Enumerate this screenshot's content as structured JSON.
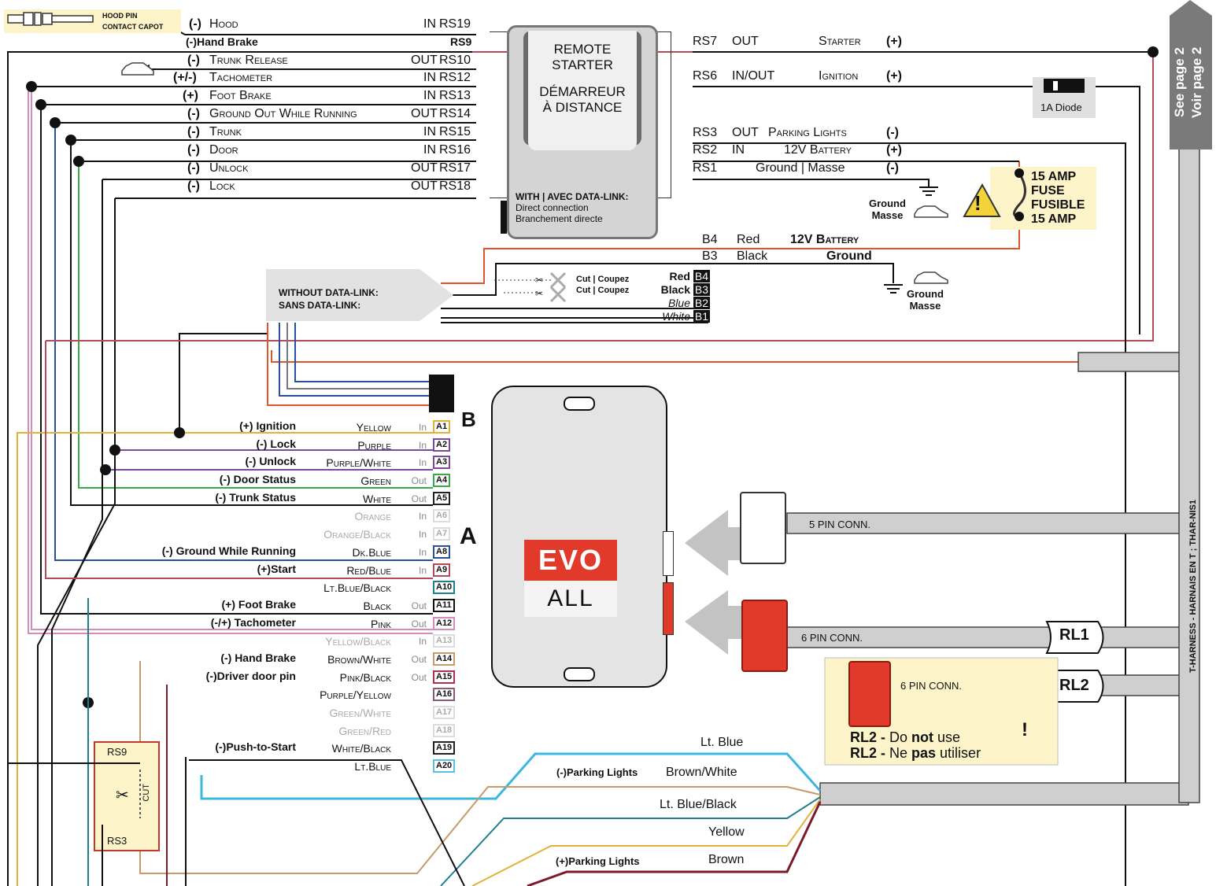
{
  "hood_pin": {
    "line1": "HOOD PIN",
    "line2": "CONTACT CAPOT"
  },
  "rs_left": [
    {
      "pol": "(-)",
      "name": "Hood",
      "dir": "IN",
      "rs": "RS19"
    },
    {
      "pol": "",
      "name": "(-)Hand Brake",
      "dir": "",
      "rs": "RS9"
    },
    {
      "pol": "(-)",
      "name": "Trunk Release",
      "dir": "OUT",
      "rs": "RS10"
    },
    {
      "pol": "(+/-)",
      "name": "Tachometer",
      "dir": "IN",
      "rs": "RS12"
    },
    {
      "pol": "(+)",
      "name": "Foot Brake",
      "dir": "IN",
      "rs": "RS13"
    },
    {
      "pol": "(-)",
      "name": "Ground Out While Running",
      "dir": "OUT",
      "rs": "RS14"
    },
    {
      "pol": "(-)",
      "name": "Trunk",
      "dir": "IN",
      "rs": "RS15"
    },
    {
      "pol": "(-)",
      "name": "Door",
      "dir": "IN",
      "rs": "RS16"
    },
    {
      "pol": "(-)",
      "name": "Unlock",
      "dir": "OUT",
      "rs": "RS17"
    },
    {
      "pol": "(-)",
      "name": "Lock",
      "dir": "OUT",
      "rs": "RS18"
    }
  ],
  "remote": {
    "line1": "REMOTE",
    "line2": "STARTER",
    "line3": "DÉMARREUR",
    "line4": "À DISTANCE",
    "dl_title": "WITH | AVEC DATA-LINK:",
    "dl_line1": "Direct connection",
    "dl_line2": "Branchement directe"
  },
  "rs_right": [
    {
      "rs": "RS7",
      "dir": "OUT",
      "name": "Starter",
      "pol": "(+)"
    },
    {
      "rs": "RS6",
      "dir": "IN/OUT",
      "name": "Ignition",
      "pol": "(+)"
    },
    {
      "rs": "RS3",
      "dir": "OUT",
      "name": "Parking Lights",
      "pol": "(-)"
    },
    {
      "rs": "RS2",
      "dir": "IN",
      "name": "12V Battery",
      "pol": "(+)"
    },
    {
      "rs": "RS1",
      "dir": "",
      "name": "Ground | Masse",
      "pol": "(-)"
    }
  ],
  "diode": "1A Diode",
  "ground1": {
    "l1": "Ground",
    "l2": "Masse"
  },
  "ground2": {
    "l1": "Ground",
    "l2": "Masse"
  },
  "fuse": {
    "l1": "15 AMP",
    "l2": "FUSE",
    "l3": "FUSIBLE",
    "l4": "15 AMP"
  },
  "b4": {
    "tag": "B4",
    "color": "Red",
    "func": "12V Battery"
  },
  "b3": {
    "tag": "B3",
    "color": "Black",
    "func": "Ground"
  },
  "without_dl": {
    "l1": "WITHOUT DATA-LINK:",
    "l2": "SANS DATA-LINK:"
  },
  "cut": [
    "Cut | Coupez",
    "Cut | Coupez"
  ],
  "b_tags": [
    {
      "color": "Red",
      "tag": "B4"
    },
    {
      "color": "Black",
      "tag": "B3"
    },
    {
      "color": "Blue",
      "tag": "B2"
    },
    {
      "color": "White",
      "tag": "B1"
    }
  ],
  "see_page": {
    "l1": "See page 2",
    "l2": "Voir page 2"
  },
  "harness_label": "T-HARNESS - HARNAIS EN T ; THAR-NIS1",
  "conn_b": "B",
  "conn_a": "A",
  "module": {
    "brand": "EVO",
    "sub": "ALL"
  },
  "pins": [
    {
      "label": "(+) Ignition",
      "color": "Yellow",
      "io": "In",
      "pin": "A1",
      "hex": "#e2b33a",
      "dim": false
    },
    {
      "label": "(-) Lock",
      "color": "Purple",
      "io": "In",
      "pin": "A2",
      "hex": "#7b4a9e",
      "dim": false
    },
    {
      "label": "(-) Unlock",
      "color": "Purple/White",
      "io": "In",
      "pin": "A3",
      "hex": "#7b4a9e",
      "dim": false
    },
    {
      "label": "(-) Door Status",
      "color": "Green",
      "io": "Out",
      "pin": "A4",
      "hex": "#3aa94a",
      "dim": false
    },
    {
      "label": "(-) Trunk Status",
      "color": "White",
      "io": "Out",
      "pin": "A5",
      "hex": "#222222",
      "dim": false
    },
    {
      "label": "",
      "color": "Orange",
      "io": "In",
      "pin": "A6",
      "hex": "#bbbbbb",
      "dim": true
    },
    {
      "label": "",
      "color": "Orange/Black",
      "io": "In",
      "pin": "A7",
      "hex": "#bbbbbb",
      "dim": true
    },
    {
      "label": "(-) Ground While Running",
      "color": "Dk.Blue",
      "io": "In",
      "pin": "A8",
      "hex": "#2a4fa0",
      "dim": false
    },
    {
      "label": "(+)Start",
      "color": "Red/Blue",
      "io": "In",
      "pin": "A9",
      "hex": "#b54a5c",
      "dim": false
    },
    {
      "label": "",
      "color": "Lt.Blue/Black",
      "io": "",
      "pin": "A10",
      "hex": "#1e7f8f",
      "dim": false
    },
    {
      "label": "(+) Foot Brake",
      "color": "Black",
      "io": "Out",
      "pin": "A11",
      "hex": "#111111",
      "dim": false
    },
    {
      "label": "(-/+) Tachometer",
      "color": "Pink",
      "io": "Out",
      "pin": "A12",
      "hex": "#d48cbc",
      "dim": false
    },
    {
      "label": "",
      "color": "Yellow/Black",
      "io": "In",
      "pin": "A13",
      "hex": "#bbbbbb",
      "dim": true
    },
    {
      "label": "(-) Hand Brake",
      "color": "Brown/White",
      "io": "Out",
      "pin": "A14",
      "hex": "#c89a6a",
      "dim": false
    },
    {
      "label": "(-)Driver door pin",
      "color": "Pink/Black",
      "io": "Out",
      "pin": "A15",
      "hex": "#b03050",
      "dim": false
    },
    {
      "label": "",
      "color": "Purple/Yellow",
      "io": "",
      "pin": "A16",
      "hex": "#8a5a7a",
      "dim": false
    },
    {
      "label": "",
      "color": "Green/White",
      "io": "",
      "pin": "A17",
      "hex": "#bbbbbb",
      "dim": true
    },
    {
      "label": "",
      "color": "Green/Red",
      "io": "",
      "pin": "A18",
      "hex": "#bbbbbb",
      "dim": true
    },
    {
      "label": "(-)Push-to-Start",
      "color": "White/Black",
      "io": "",
      "pin": "A19",
      "hex": "#222222",
      "dim": false
    },
    {
      "label": "",
      "color": "Lt.Blue",
      "io": "",
      "pin": "A20",
      "hex": "#5bc0e0",
      "dim": false
    }
  ],
  "conn5": "5 PIN CONN.",
  "conn6a": "6 PIN CONN.",
  "conn6b": "6 PIN CONN.",
  "rl1": "RL1",
  "rl2": "RL2",
  "rl2_note": {
    "p1": "RL2 -",
    "p2": " Do ",
    "p3": "not",
    "p4": " use",
    "q1": "RL2 -",
    "q2": " Ne ",
    "q3": "pas",
    "q4": " utiliser"
  },
  "rs9": "RS9",
  "rs3": "RS3",
  "cut_lbl": "CUT",
  "bottom_wires": [
    {
      "func": "",
      "color": "Lt. Blue"
    },
    {
      "func": "(-)Parking Lights",
      "color": "Brown/White"
    },
    {
      "func": "",
      "color": "Lt. Blue/Black"
    },
    {
      "func": "",
      "color": "Yellow"
    },
    {
      "func": "(+)Parking Lights",
      "color": "Brown"
    }
  ]
}
